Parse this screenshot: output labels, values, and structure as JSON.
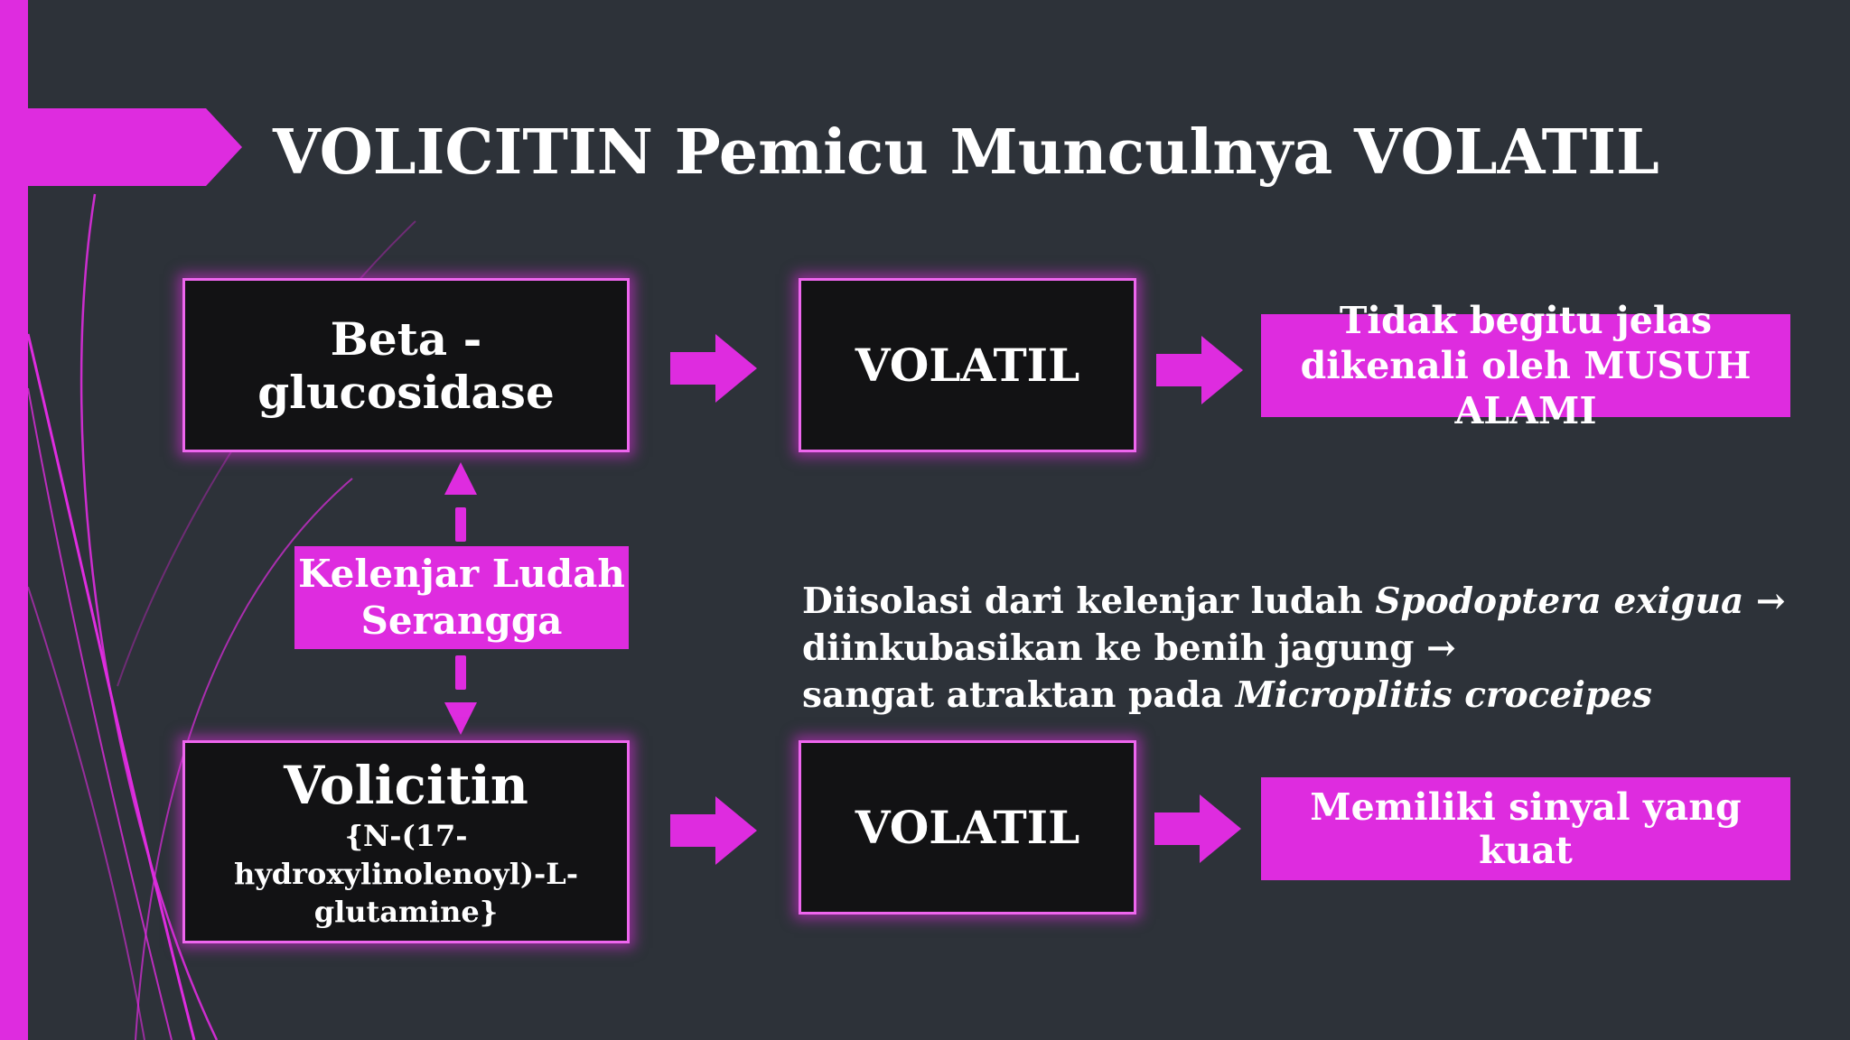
{
  "slide": {
    "title": "VOLICITIN Pemicu Munculnya VOLATIL",
    "accent_color": "#de2cdf",
    "background_color": "#2d3239"
  },
  "diagram": {
    "top_row": {
      "enzyme": "Beta -glucosidase",
      "product": "VOLATIL",
      "result": "Tidak begitu jelas dikenali oleh  MUSUH ALAMI"
    },
    "middle": {
      "source": "Kelenjar Ludah Serangga"
    },
    "bottom_row": {
      "elicitor_name": "Volicitin",
      "elicitor_formula": "{N-(17-hydroxylinolenoyl)-L-glutamine}",
      "product": "VOLATIL",
      "result": "Memiliki sinyal yang kuat"
    },
    "note": {
      "line1_text": "Diisolasi dari kelenjar ludah ",
      "line1_species": "Spodoptera exigua",
      "line1_arrow": "→",
      "line2_text": "diinkubasikan ke benih jagung ",
      "line2_arrow": "→",
      "line3_text": "sangat atraktan pada ",
      "line3_species": "Microplitis croceipes"
    }
  }
}
